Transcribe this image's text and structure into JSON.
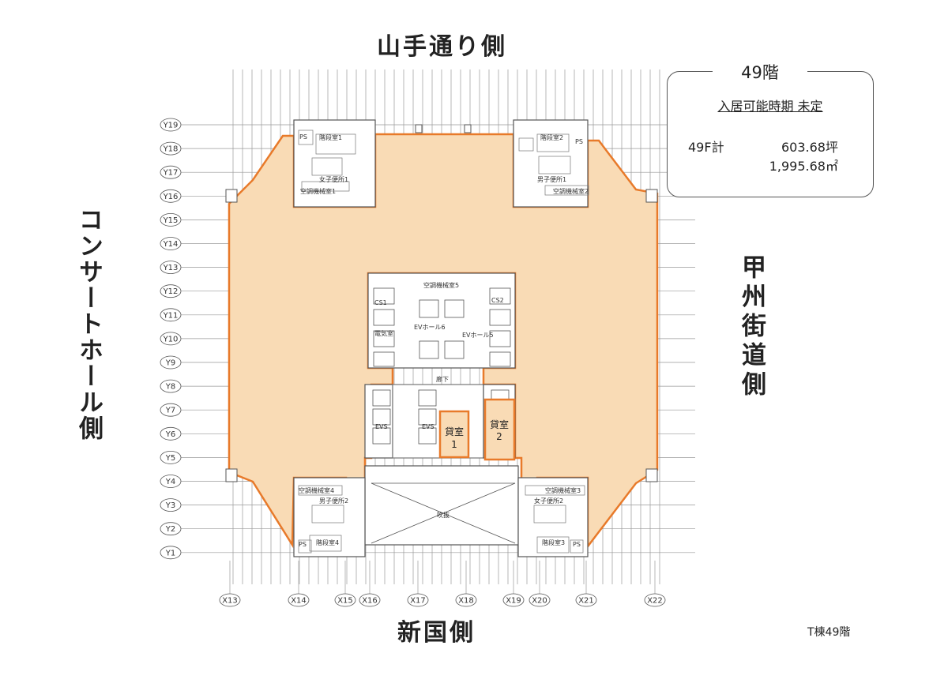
{
  "sides": {
    "top": "山手通り側",
    "bottom": "新国側",
    "left": "コンサートホール側",
    "right": "甲州街道側"
  },
  "info": {
    "title": "49階",
    "availability": "入居可能時期 未定",
    "floor_label": "49F計",
    "area_tsubo": "603.68坪",
    "area_sqm": "1,995.68㎡"
  },
  "caption": "T棟49階",
  "y_axes": [
    "Y19",
    "Y18",
    "Y17",
    "Y16",
    "Y15",
    "Y14",
    "Y13",
    "Y12",
    "Y11",
    "Y10",
    "Y9",
    "Y8",
    "Y7",
    "Y6",
    "Y5",
    "Y4",
    "Y3",
    "Y2",
    "Y1"
  ],
  "x_axes": [
    "X13",
    "X14",
    "X15",
    "X16",
    "X17",
    "X18",
    "X19",
    "X20",
    "X21",
    "X22"
  ],
  "rooms": {
    "ps": "PS",
    "stair_1": "階段室1",
    "stair_2": "階段室2",
    "stair_3": "階段室3",
    "stair_4": "階段室4",
    "ac_room_1": "空調機械室1",
    "ac_room_2": "空調機械室2",
    "ac_room_3": "空調機械室3",
    "ac_room_4": "空調機械室4",
    "ac_room_5": "空調機械室5",
    "womens_wc_1": "女子便所1",
    "mens_wc_1": "男子便所1",
    "mens_wc_2": "男子便所2",
    "womens_wc_2": "女子便所2",
    "cs1": "CS1",
    "cs2": "CS2",
    "electric_room": "電気室",
    "ev_hall_6": "EVホール6",
    "ev_hall_5": "EVホール5",
    "evs": "EVS",
    "corridor": "廊下",
    "void": "吹抜",
    "rental_1_a": "貸室",
    "rental_1_b": "1",
    "rental_2_a": "貸室",
    "rental_2_b": "2"
  },
  "colors": {
    "floor_fill": "#f9dbb5",
    "floor_outline": "#e87a2a",
    "line": "#555555"
  }
}
